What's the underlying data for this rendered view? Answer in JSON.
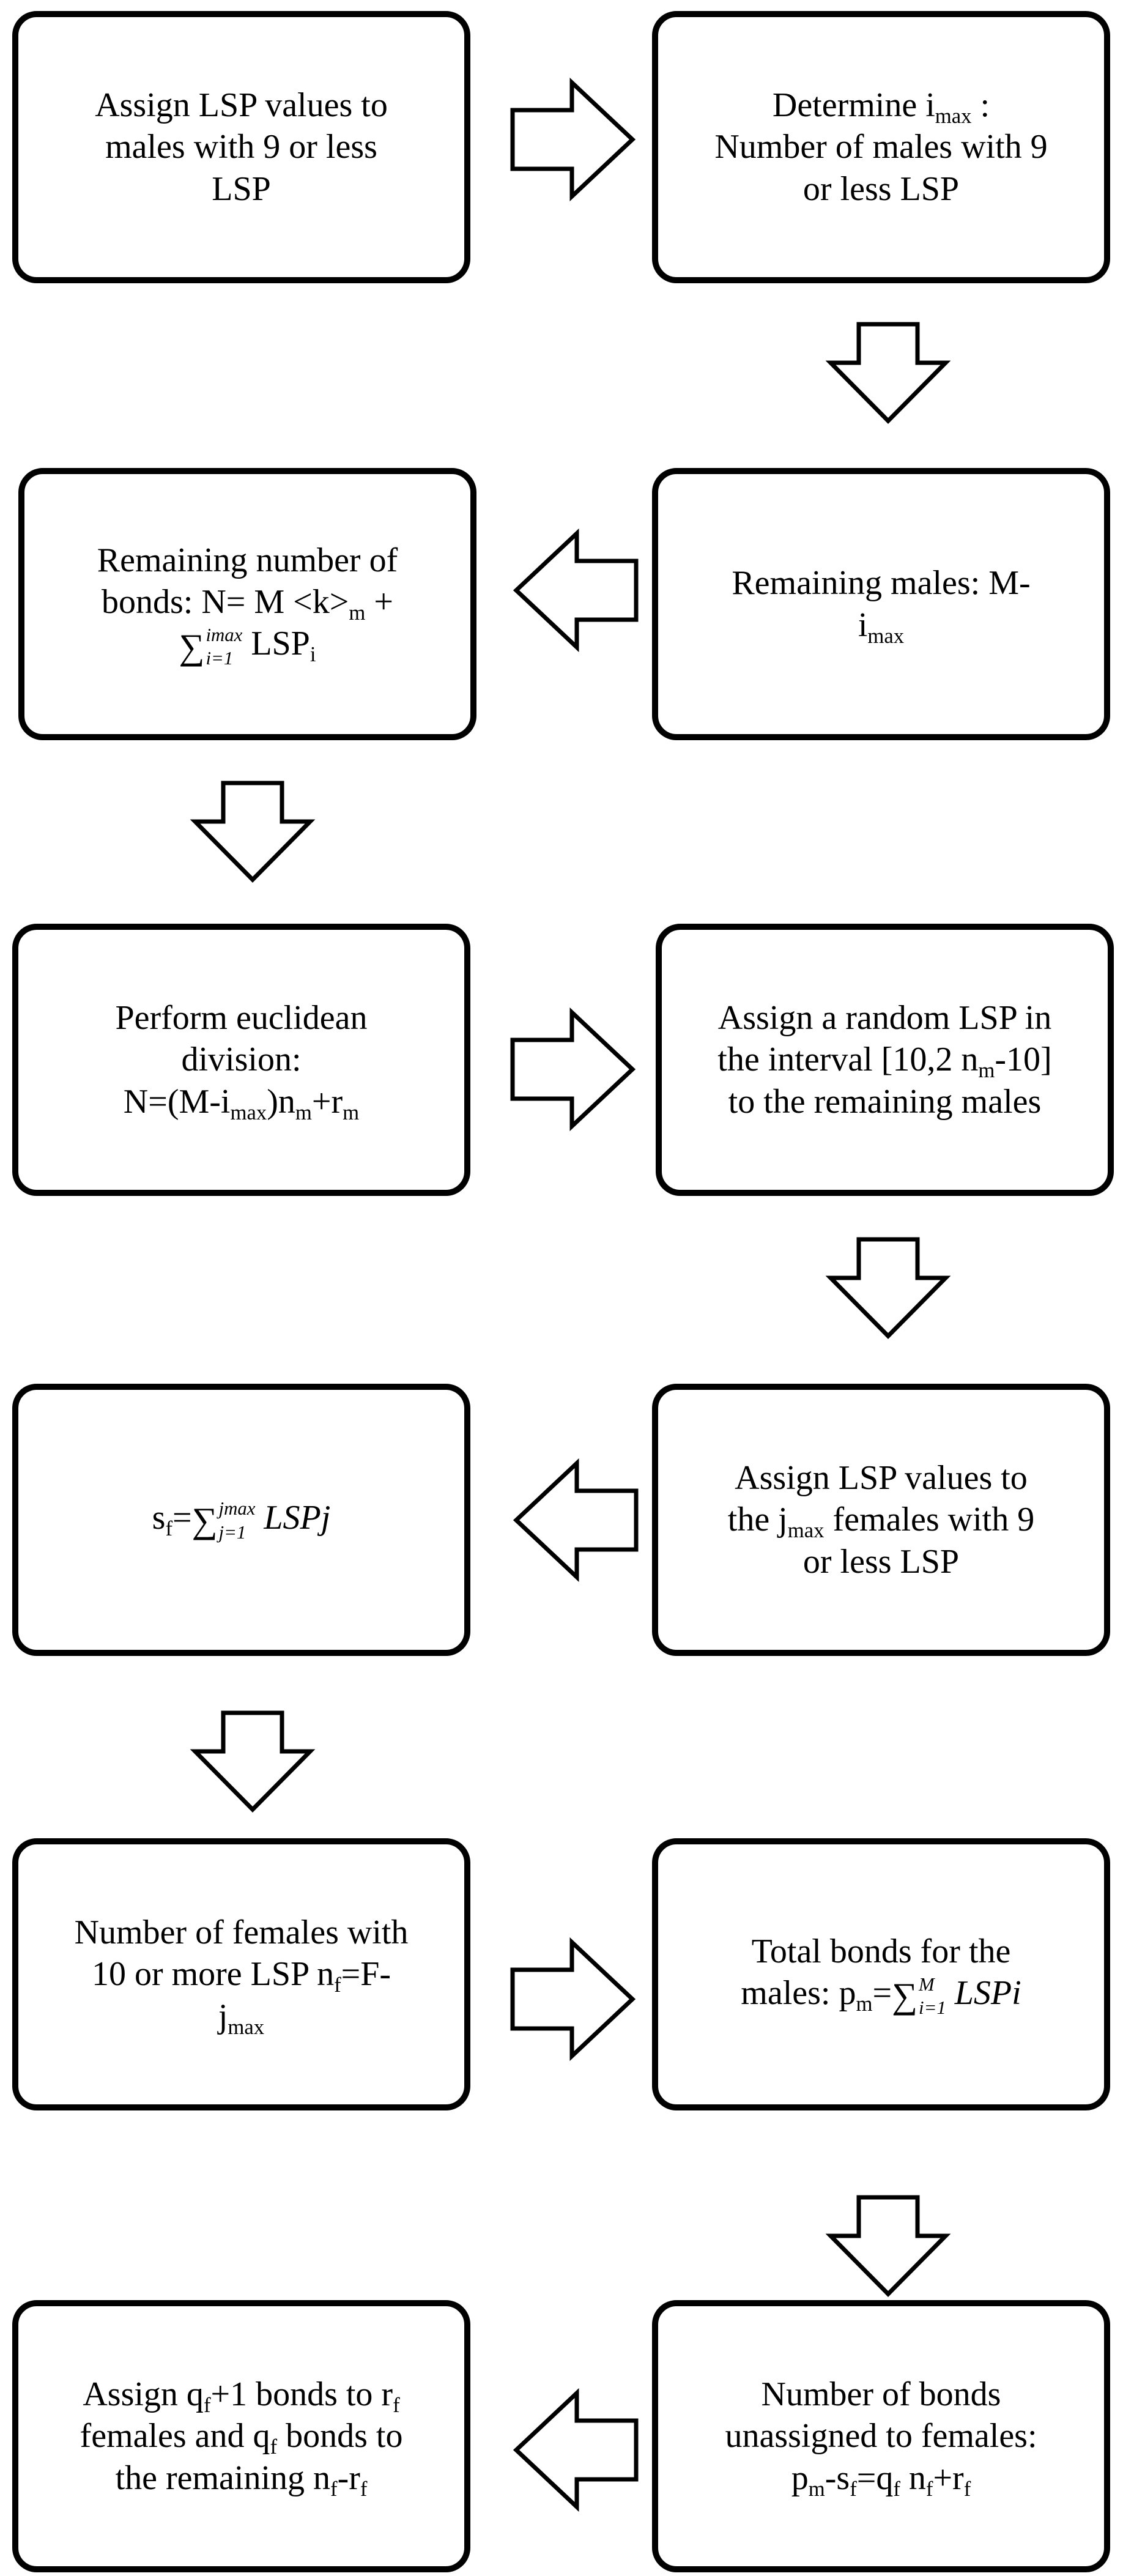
{
  "boxes": {
    "b1": {
      "line1": "Assign LSP values to",
      "line2": "males with 9 or less",
      "line3": "LSP"
    },
    "b2": {
      "line1_pre": "Determine i",
      "line1_sub": "max",
      "line1_post": " :",
      "line2": "Number of males with 9",
      "line3": "or less LSP"
    },
    "b3": {
      "line1": "Remaining number of",
      "line2_pre": "bonds: N= M <k>",
      "line2_sub": "m",
      "line2_post": " +",
      "sum_sym": "∑",
      "sum_upper": "imax",
      "sum_lower": "i=1",
      "line3_post": " LSP",
      "line3_sub": "i"
    },
    "b4": {
      "line1": "Remaining males: M-",
      "line2_pre": "i",
      "line2_sub": "max"
    },
    "b5": {
      "line1": "Perform euclidean",
      "line2": "division:",
      "line3_a": "N=(M-i",
      "line3_sub1": "max",
      "line3_b": ")n",
      "line3_sub2": "m",
      "line3_c": "+r",
      "line3_sub3": "m"
    },
    "b6": {
      "line1": "Assign a random LSP in",
      "line2_pre": "the interval [10,2 n",
      "line2_sub": "m",
      "line2_post": "-10]",
      "line3": "to the remaining males"
    },
    "b7": {
      "pre": "s",
      "pre_sub": "f",
      "eq": "=",
      "sum_sym": "∑",
      "sum_upper": "jmax",
      "sum_lower": "j=1",
      "post": " LSPj"
    },
    "b8": {
      "line1": "Assign LSP values to",
      "line2_pre": "the  j",
      "line2_sub": "max",
      "line2_post": " females with 9",
      "line3": "or less LSP"
    },
    "b9": {
      "line1": "Number of females with",
      "line2_pre": "10 or more LSP n",
      "line2_sub": "f",
      "line2_post": "=F-",
      "line3_pre": "j",
      "line3_sub": "max"
    },
    "b10": {
      "line1": "Total bonds for the",
      "line2_pre": "males: p",
      "line2_sub": "m",
      "line2_eq": "=",
      "sum_sym": "∑",
      "sum_upper": "M",
      "sum_lower": "i=1",
      "line2_post": " LSPi"
    },
    "b11": {
      "line1_pre": "Assign q",
      "line1_sub1": "f",
      "line1_mid": "+1 bonds to r",
      "line1_sub2": "f",
      "line2_pre": "females and q",
      "line2_sub": "f",
      "line2_post": " bonds to",
      "line3_pre": "the remaining n",
      "line3_sub1": "f",
      "line3_mid": "-r",
      "line3_sub2": "f"
    },
    "b12": {
      "line1": "Number of bonds",
      "line2": "unassigned to females:",
      "line3_a": "p",
      "line3_sub1": "m",
      "line3_b": "-s",
      "line3_sub2": "f",
      "line3_c": "=q",
      "line3_sub3": "f",
      "line3_d": " n",
      "line3_sub4": "f",
      "line3_e": "+r",
      "line3_sub5": "f"
    }
  },
  "colors": {
    "stroke": "#000000",
    "fill": "#ffffff"
  }
}
